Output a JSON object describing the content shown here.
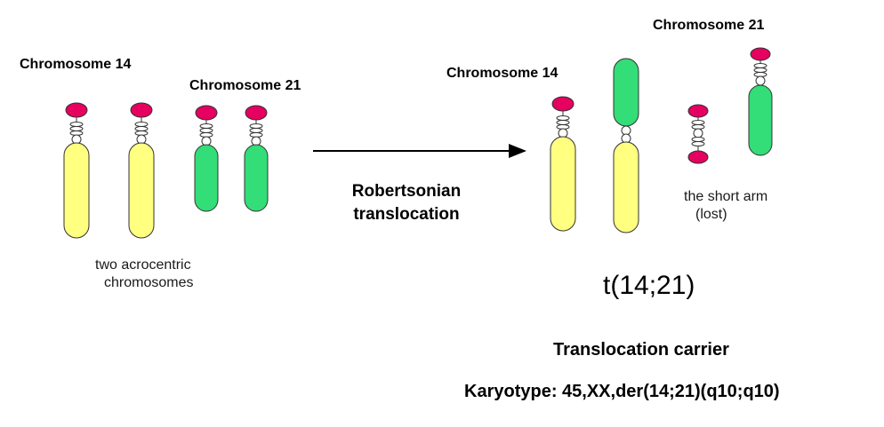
{
  "left_group": {
    "chr14_label": "Chromosome 14",
    "chr21_label": "Chromosome 21",
    "caption_line1": "two acrocentric",
    "caption_line2": "chromosomes"
  },
  "arrow": {
    "label_line1": "Robertsonian",
    "label_line2": "translocation"
  },
  "right_group": {
    "chr14_label": "Chromosome 14",
    "chr21_label": "Chromosome 21",
    "short_arm_line1": "the short arm",
    "short_arm_line2": "(lost)",
    "notation": "t(14;21)",
    "carrier_title": "Translocation carrier",
    "karyotype": "Karyotype: 45,XX,der(14;21)(q10;q10)"
  },
  "colors": {
    "chr14_arm": "#ffff80",
    "chr21_arm": "#33dd77",
    "satellite": "#e60060",
    "outline": "#333333"
  }
}
